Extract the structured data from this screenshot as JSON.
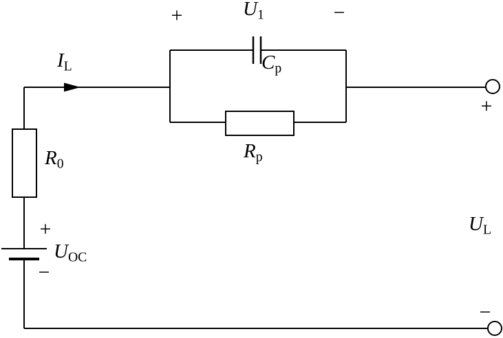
{
  "figure": {
    "type": "circuit-schematic",
    "description": "DC source U_OC in series with R_0 feeding a parallel C_p / R_p network; load current I_L flows to open output terminals with voltage U_L",
    "components": [
      "voltage-source U_OC (battery, + top / - bottom)",
      "series resistor R_0 (box symbol)",
      "capacitor C_p with voltage U_1 (+ left, - right)",
      "parallel resistor R_p (box symbol)",
      "output terminals (open circles, + top, - bottom) with voltage U_L",
      "current arrow I_L pointing right"
    ],
    "current_arrow_direction": "right"
  },
  "colors": {
    "line": "#000000",
    "background": "#ffffff"
  },
  "labels": {
    "load_current": {
      "main": "I",
      "sub": "L"
    },
    "cap_voltage": {
      "main": "U",
      "sub": "1"
    },
    "capacitor": {
      "main": "C",
      "sub": "p"
    },
    "parallel_resistor": {
      "main": "R",
      "sub": "p"
    },
    "source_resistor": {
      "main": "R",
      "sub": "0"
    },
    "open_circuit_voltage": {
      "main": "U",
      "sub": "OC"
    },
    "load_voltage": {
      "main": "U",
      "sub": "L"
    }
  },
  "polarity": {
    "cap_plus": "+",
    "cap_minus": "−",
    "source_plus": "+",
    "source_minus": "−",
    "output_plus": "+",
    "output_minus": "−"
  }
}
